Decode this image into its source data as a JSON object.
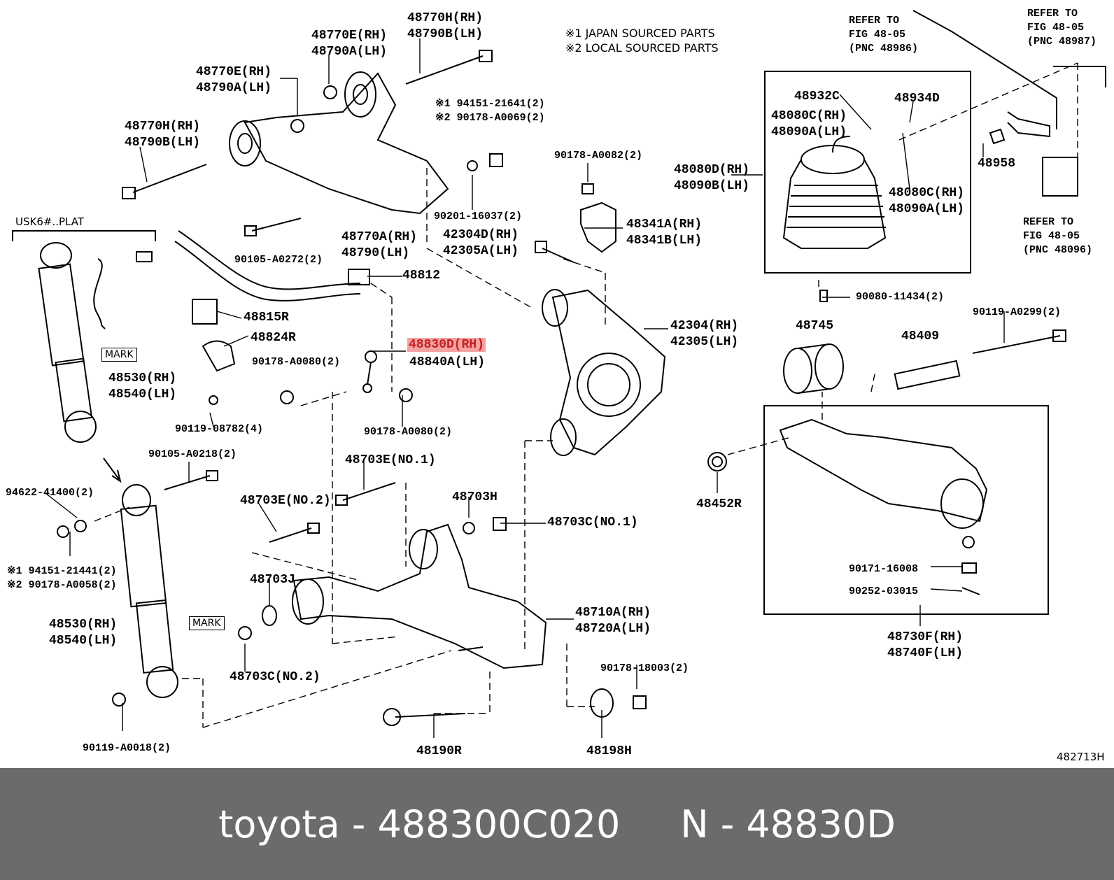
{
  "notes": {
    "japan": "※1 JAPAN SOURCED PARTS",
    "local": "※2 LOCAL SOURCED PARTS"
  },
  "labels": {
    "l01": "48770H(RH)\n48790B(LH)",
    "l02": "48770E(RH)\n48790A(LH)",
    "l03": "48770E(RH)\n48790A(LH)",
    "l04": "48770H(RH)\n48790B(LH)",
    "l05": "※1 94151-21641(2)\n※2 90178-A0069(2)",
    "l06": "90178-A0082(2)",
    "l07": "USK6#..PLAT",
    "l08": "90105-A0272(2)",
    "l09": "90201-16037(2)",
    "l10": "48770A(RH)\n48790(LH)",
    "l11": "42304D(RH)\n42305A(LH)",
    "l12": "48341A(RH)\n48341B(LH)",
    "l13": "48812",
    "l14": "48815R",
    "l15": "48824R",
    "l16": "90178-A0080(2)",
    "l17": "48840A(LH)",
    "l18": "90119-08782(4)",
    "l19": "90178-A0080(2)",
    "l20": "48530(RH)\n48540(LH)",
    "l21": "90105-A0218(2)",
    "l22": "94622-41400(2)",
    "l23": "48703E(NO.1)",
    "l24": "48703E(NO.2)",
    "l25": "48703H",
    "l26": "48703C(NO.1)",
    "l27": "※1 94151-21441(2)\n※2 90178-A0058(2)",
    "l28": "48703J",
    "l29": "48530(RH)\n48540(LH)",
    "l30": "48710A(RH)\n48720A(LH)",
    "l31": "48703C(NO.2)",
    "l32": "90178-18003(2)",
    "l33": "90119-A0018(2)",
    "l34": "48190R",
    "l35": "48198H",
    "l36": "42304(RH)\n42305(LH)",
    "l37": "REFER TO\nFIG 48-05\n(PNC 48986)",
    "l38": "REFER TO\nFIG 48-05\n(PNC 48987)",
    "l39": "48932C",
    "l40": "48934D",
    "l41": "48080C(RH)\n48090A(LH)",
    "l42": "48080D(RH)\n48090B(LH)",
    "l43": "48958",
    "l44": "48080C(RH)\n48090A(LH)",
    "l45": "REFER TO\nFIG 48-05\n(PNC 48096)",
    "l46": "90080-11434(2)",
    "l47": "48745",
    "l48": "48409",
    "l49": "90119-A0299(2)",
    "l50": "48452R",
    "l51": "90171-16008",
    "l52": "90252-03015",
    "l53": "48730F(RH)\n48740F(LH)",
    "l54": "482713H"
  },
  "highlight": "48830D(RH)",
  "marks": {
    "m1": "MARK",
    "m2": "MARK"
  },
  "footer": "toyota - 488300C020     N - 48830D",
  "colors": {
    "highlight_bg": "#f3a1a1",
    "highlight_text": "#c41f1f",
    "footer_bg": "#6b6b6b"
  }
}
